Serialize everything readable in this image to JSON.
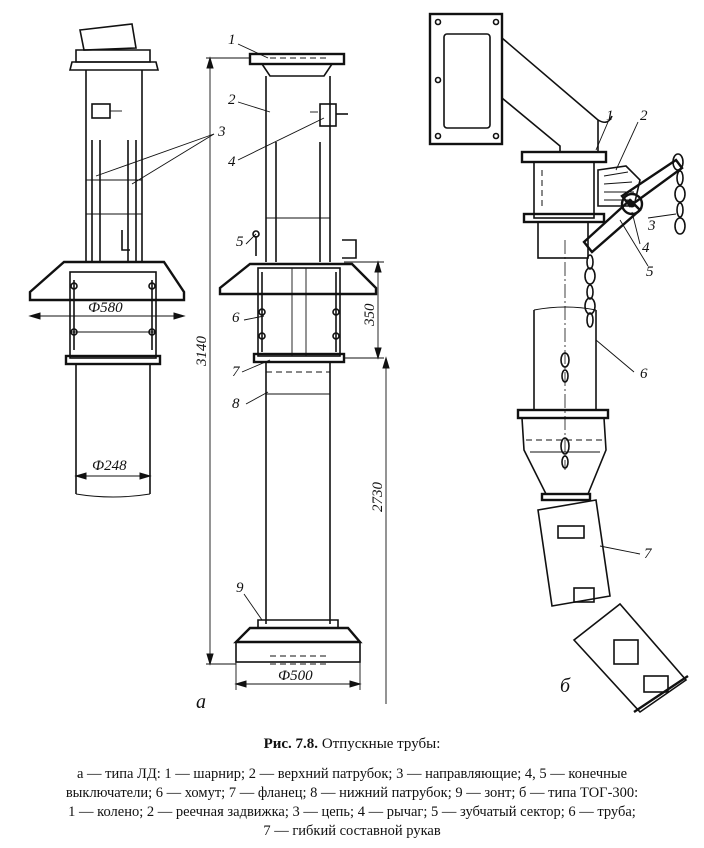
{
  "labels": {
    "a": "а",
    "b": "б",
    "dim_580": "Ф580",
    "dim_248": "Ф248",
    "dim_500": "Ф500",
    "dim_3140": "3140",
    "dim_350": "350",
    "dim_2730": "2730",
    "left_3": "3",
    "mid_1": "1",
    "mid_2": "2",
    "mid_4": "4",
    "mid_5": "5",
    "mid_6": "6",
    "mid_7": "7",
    "mid_8": "8",
    "mid_9": "9",
    "r_1": "1",
    "r_2": "2",
    "r_3": "3",
    "r_4": "4",
    "r_5": "5",
    "r_6": "6",
    "r_7": "7"
  },
  "caption": {
    "figure_number": "Рис. 7.8.",
    "title": "Отпускные трубы:",
    "legend_lines": [
      "а — типа ЛД: 1 — шарнир; 2 — верхний патрубок; 3 — направляющие; 4, 5 — конечные",
      "выключатели; 6 — хомут; 7 — фланец; 8 — нижний патрубок; 9 — зонт; б — типа ТОГ-300:",
      "1 — колено; 2 — реечная задвижка; 3 — цепь; 4 — рычаг; 5 — зубчатый сектор; 6 — труба;",
      "7 — гибкий составной рукав"
    ]
  }
}
